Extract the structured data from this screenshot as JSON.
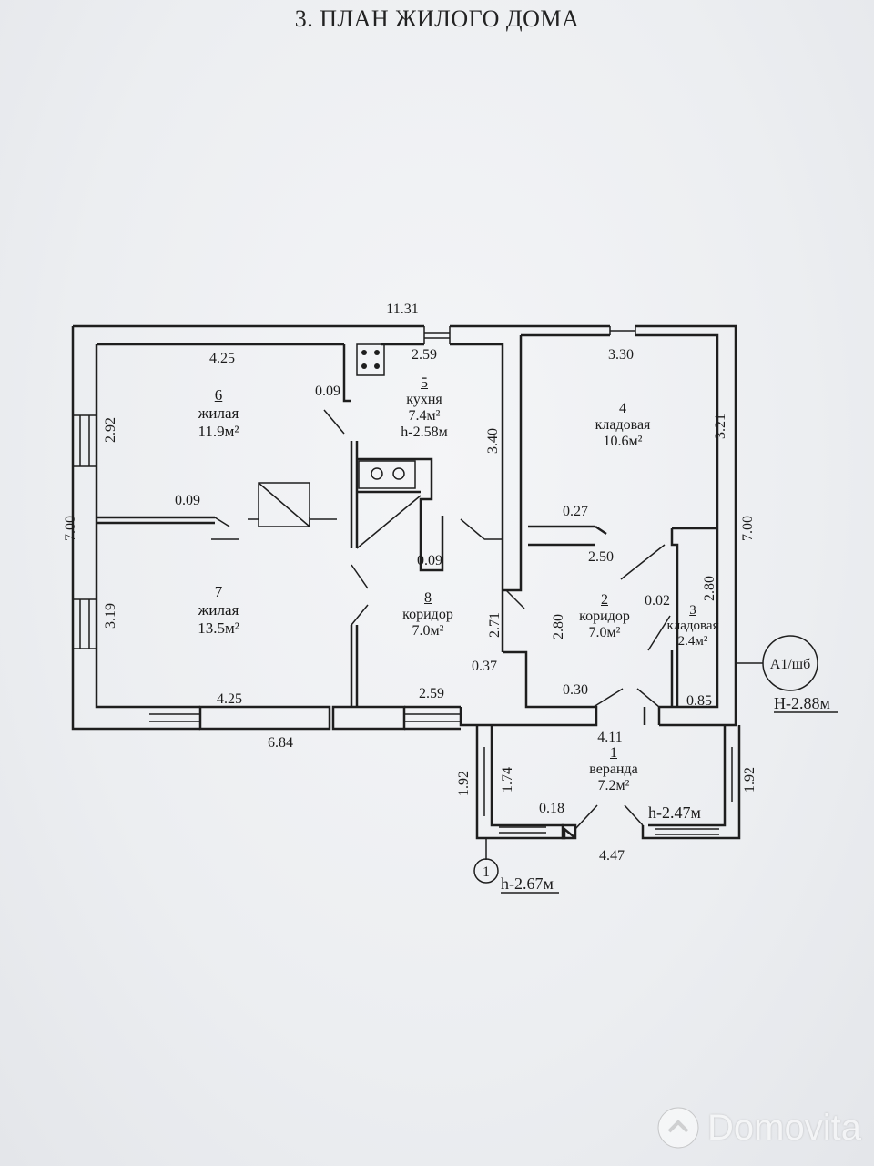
{
  "title": "3. ПЛАН ЖИЛОГО ДОМА",
  "rooms": [
    {
      "id": "1",
      "name": "веранда",
      "area": "7.2м²",
      "height": "h-2.47м"
    },
    {
      "id": "2",
      "name": "коридор",
      "area": "7.0м²"
    },
    {
      "id": "3",
      "name": "кладовая",
      "area": "2.4м²"
    },
    {
      "id": "4",
      "name": "кладовая",
      "area": "10.6м²"
    },
    {
      "id": "5",
      "name": "кухня",
      "area": "7.4м²",
      "height": "h-2.58м"
    },
    {
      "id": "6",
      "name": "жилая",
      "area": "11.9м²"
    },
    {
      "id": "7",
      "name": "жилая",
      "area": "13.5м²"
    },
    {
      "id": "8",
      "name": "коридор",
      "area": "7.0м²"
    }
  ],
  "dimensions": {
    "top_total": "11.31",
    "left_total": "7.00",
    "right_total": "7.00",
    "bottom_total": "6.84",
    "r6_width": "4.25",
    "r6_height": "2.92",
    "r7_width": "4.25",
    "r7_height": "3.19",
    "r5_width": "2.59",
    "r5_height": "3.40",
    "r8_width": "2.59",
    "r8_height": "2.71",
    "r4_width": "3.30",
    "r4_height": "3.21",
    "r2_width": "2.50",
    "r2_height": "2.80",
    "r3_height": "2.80",
    "r3_width": "0.85",
    "r2_depth": "2.80",
    "wall_09_a": "0.09",
    "wall_09_b": "0.09",
    "wall_09_c": "0.09",
    "wall_027": "0.27",
    "wall_002": "0.02",
    "wall_037": "0.37",
    "wall_030": "0.30",
    "veranda_width": "4.11",
    "veranda_outer": "4.47",
    "veranda_h_left": "1.92",
    "veranda_h_inner": "1.74",
    "veranda_h_right": "1.92",
    "veranda_wall": "0.18"
  },
  "markers": {
    "axis_a": "А1/шб",
    "height_main": "Н-2.88м",
    "axis_1": "1",
    "height_porch": "h-2.67м"
  },
  "watermark": "Domovita"
}
